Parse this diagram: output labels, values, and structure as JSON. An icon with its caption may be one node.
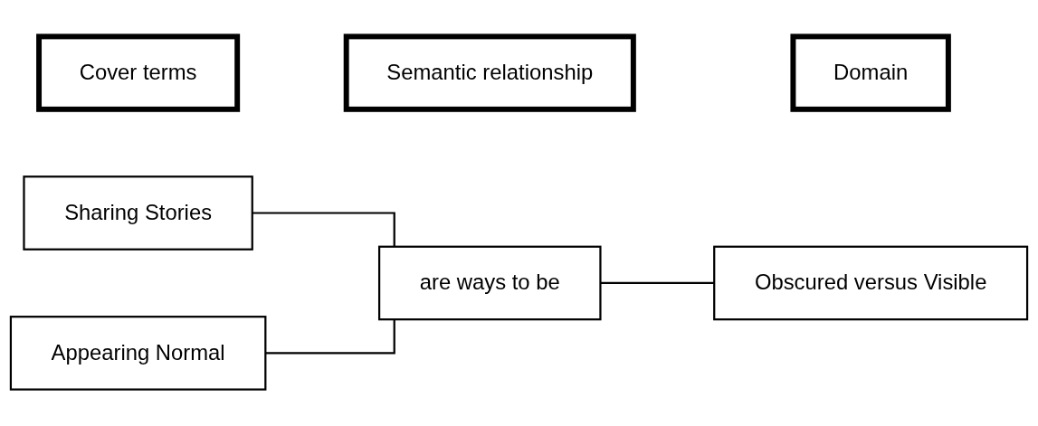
{
  "diagram": {
    "nodes": [
      {
        "text": [
          "Cover terms"
        ]
      },
      {
        "text": [
          "Semantic relationship"
        ]
      },
      {
        "text": [
          "Domain"
        ]
      },
      {
        "text": [
          "Sharing Stories"
        ]
      },
      {
        "text": [
          "Appearing Normal"
        ]
      },
      {
        "text": [
          "are ways to be"
        ]
      },
      {
        "text": [
          "Obscured versus Visible"
        ]
      }
    ],
    "edges": [
      {
        "from": 3,
        "to": 5,
        "arrow": "none"
      },
      {
        "from": 4,
        "to": 5,
        "arrow": "none"
      },
      {
        "from": 5,
        "to": 6,
        "arrow": "none"
      }
    ]
  }
}
